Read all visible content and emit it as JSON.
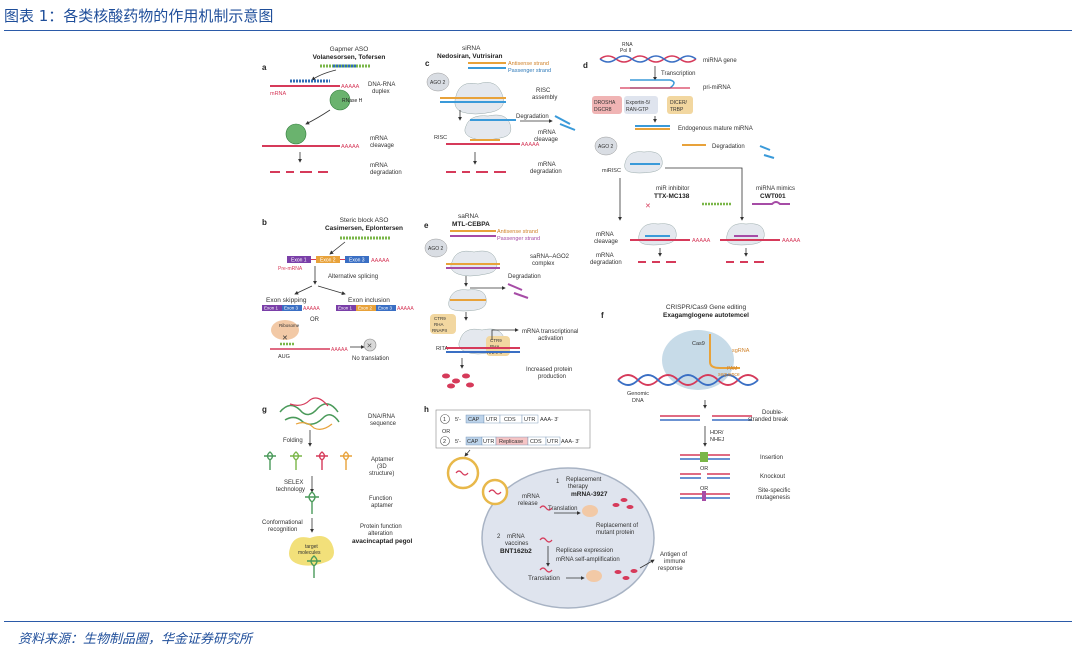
{
  "figure_title": "图表 1：各类核酸药物的作用机制示意图",
  "source": "资料来源：生物制品圈，华金证券研究所",
  "panels": {
    "a": {
      "letter": "a",
      "header": "Gapmer ASO",
      "drugs": "Volanesorsen, Tofersen",
      "mrna_label": "mRNA",
      "rnase": "RNase H",
      "duplex": [
        "DNA-RNA",
        "duplex"
      ],
      "cleavage": [
        "mRNA",
        "cleavage"
      ],
      "degradation": [
        "mRNA",
        "degradation"
      ],
      "polya": "AAAAA"
    },
    "b": {
      "letter": "b",
      "header": "Steric block ASO",
      "drugs": "Casimersen, Eplontersen",
      "exon1": "Exon 1",
      "exon2": "Exon 2",
      "exon3": "Exon 3",
      "pre_mrna": "Pre-mRNA",
      "alt_splicing": "Alternative splicing",
      "skipping": "Exon skipping",
      "inclusion": "Exon inclusion",
      "or": "OR",
      "ribosome": "Ribosome",
      "aug": "AUG",
      "no_translation": "No translation",
      "polya": "AAAAA"
    },
    "c": {
      "letter": "c",
      "header": "siRNA",
      "drugs": "Nedosiran, Vutrisiran",
      "antisense": "Antisense strand",
      "passenger": "Passenger strand",
      "ago2": "AGO 2",
      "risc_assembly": [
        "RISC",
        "assembly"
      ],
      "degradation": "Degradation",
      "risc": "RISC",
      "cleavage": [
        "mRNA",
        "cleavage"
      ],
      "mrna_degradation": [
        "mRNA",
        "degradation"
      ]
    },
    "d": {
      "letter": "d",
      "rna_pol": [
        "RNA",
        "Pol II"
      ],
      "mirna_gene": "miRNA gene",
      "transcription": "Transcription",
      "pri_mirna": "pri-miRNA",
      "drosha": [
        "DROSHA",
        "DGCR8"
      ],
      "exportin": [
        "Exportin-5/",
        "RAN-GTP"
      ],
      "dicer": [
        "DICER/",
        "TRBP"
      ],
      "endogenous": "Endogenous mature miRNA",
      "ago2": "AGO 2",
      "degradation": "Degradation",
      "mirisc": "miRISC",
      "inhibitor_label": "miR inhibitor",
      "inhibitor_drug": "TTX-MC138",
      "mimics_label": "miRNA mimics",
      "mimics_drug": "CWT001",
      "cleavage": [
        "mRNA",
        "cleavage"
      ],
      "mrna_degradation": [
        "mRNA",
        "degradation"
      ],
      "polya": "AAAAA"
    },
    "e": {
      "letter": "e",
      "header": "saRNA",
      "drugs": "MTL-CEBPA",
      "antisense": "Antisense strand",
      "passenger": "Passenger strand",
      "ago2": "AGO 2",
      "complex": [
        "saRNA–AGO2",
        "complex"
      ],
      "degradation": "Degradation",
      "ctr9": [
        "CTR9",
        "RHA",
        "RNAPII"
      ],
      "transcriptional": [
        "mRNA transcriptional",
        "activation"
      ],
      "rita": "RITA",
      "increased": [
        "Increased protein",
        "production"
      ]
    },
    "f": {
      "letter": "f",
      "header": "CRISPR/Cas9 Gene editing",
      "drug": "Exagamglogene autotemcel",
      "cas9": "Cas9",
      "sgrna": "sgRNA",
      "pam": [
        "PAM",
        "sequence"
      ],
      "genomic": [
        "Genomic",
        "DNA"
      ],
      "dsb": [
        "Double-",
        "stranded break"
      ],
      "hdr": [
        "HDR/",
        "NHEJ"
      ],
      "insertion": "Insertion",
      "or": "OR",
      "knockout": "Knockout",
      "site_specific": [
        "Site-specific",
        "mutagenesis"
      ]
    },
    "g": {
      "letter": "g",
      "sequence": [
        "DNA/RNA",
        "sequence"
      ],
      "folding": "Folding",
      "aptamer": [
        "Aptamer",
        "(3D",
        "structure)"
      ],
      "selex": [
        "SELEX",
        "technology"
      ],
      "function": [
        "Function",
        "aptamer"
      ],
      "conformational": [
        "Conformational",
        "recognition"
      ],
      "protein": [
        "Protein function",
        "alteration"
      ],
      "drug": "avacincaptad pegol",
      "target": [
        "target",
        "molecules"
      ]
    },
    "h": {
      "letter": "h",
      "row1_num": "1",
      "row1_five": "5'-",
      "row1_parts": [
        "CAP",
        "UTR",
        "CDS",
        "UTR"
      ],
      "row1_end": "AAA- 3'",
      "or": "OR",
      "row2_num": "2",
      "row2_five": "5'-",
      "row2_parts": [
        "CAP",
        "UTR",
        "Replicase",
        "CDS",
        "UTR"
      ],
      "row2_end": "AAA- 3'",
      "replacement": [
        "Replacement",
        "therapy"
      ],
      "replacement_num": "1",
      "replacement_drug": "mRNA-3927",
      "release": [
        "mRNA",
        "release"
      ],
      "translation1": "Translation",
      "replacement_of": [
        "Replacement of",
        "mutant protein"
      ],
      "vaccines_num": "2",
      "vaccines": [
        "mRNA",
        "vaccines"
      ],
      "vaccines_drug": "BNT162b2",
      "replicase_expr": "Replicase expression",
      "self_amp": "mRNA self-amplification",
      "translation2": "Translation",
      "antigen": [
        "Antigen of",
        "immune",
        "response"
      ]
    }
  }
}
